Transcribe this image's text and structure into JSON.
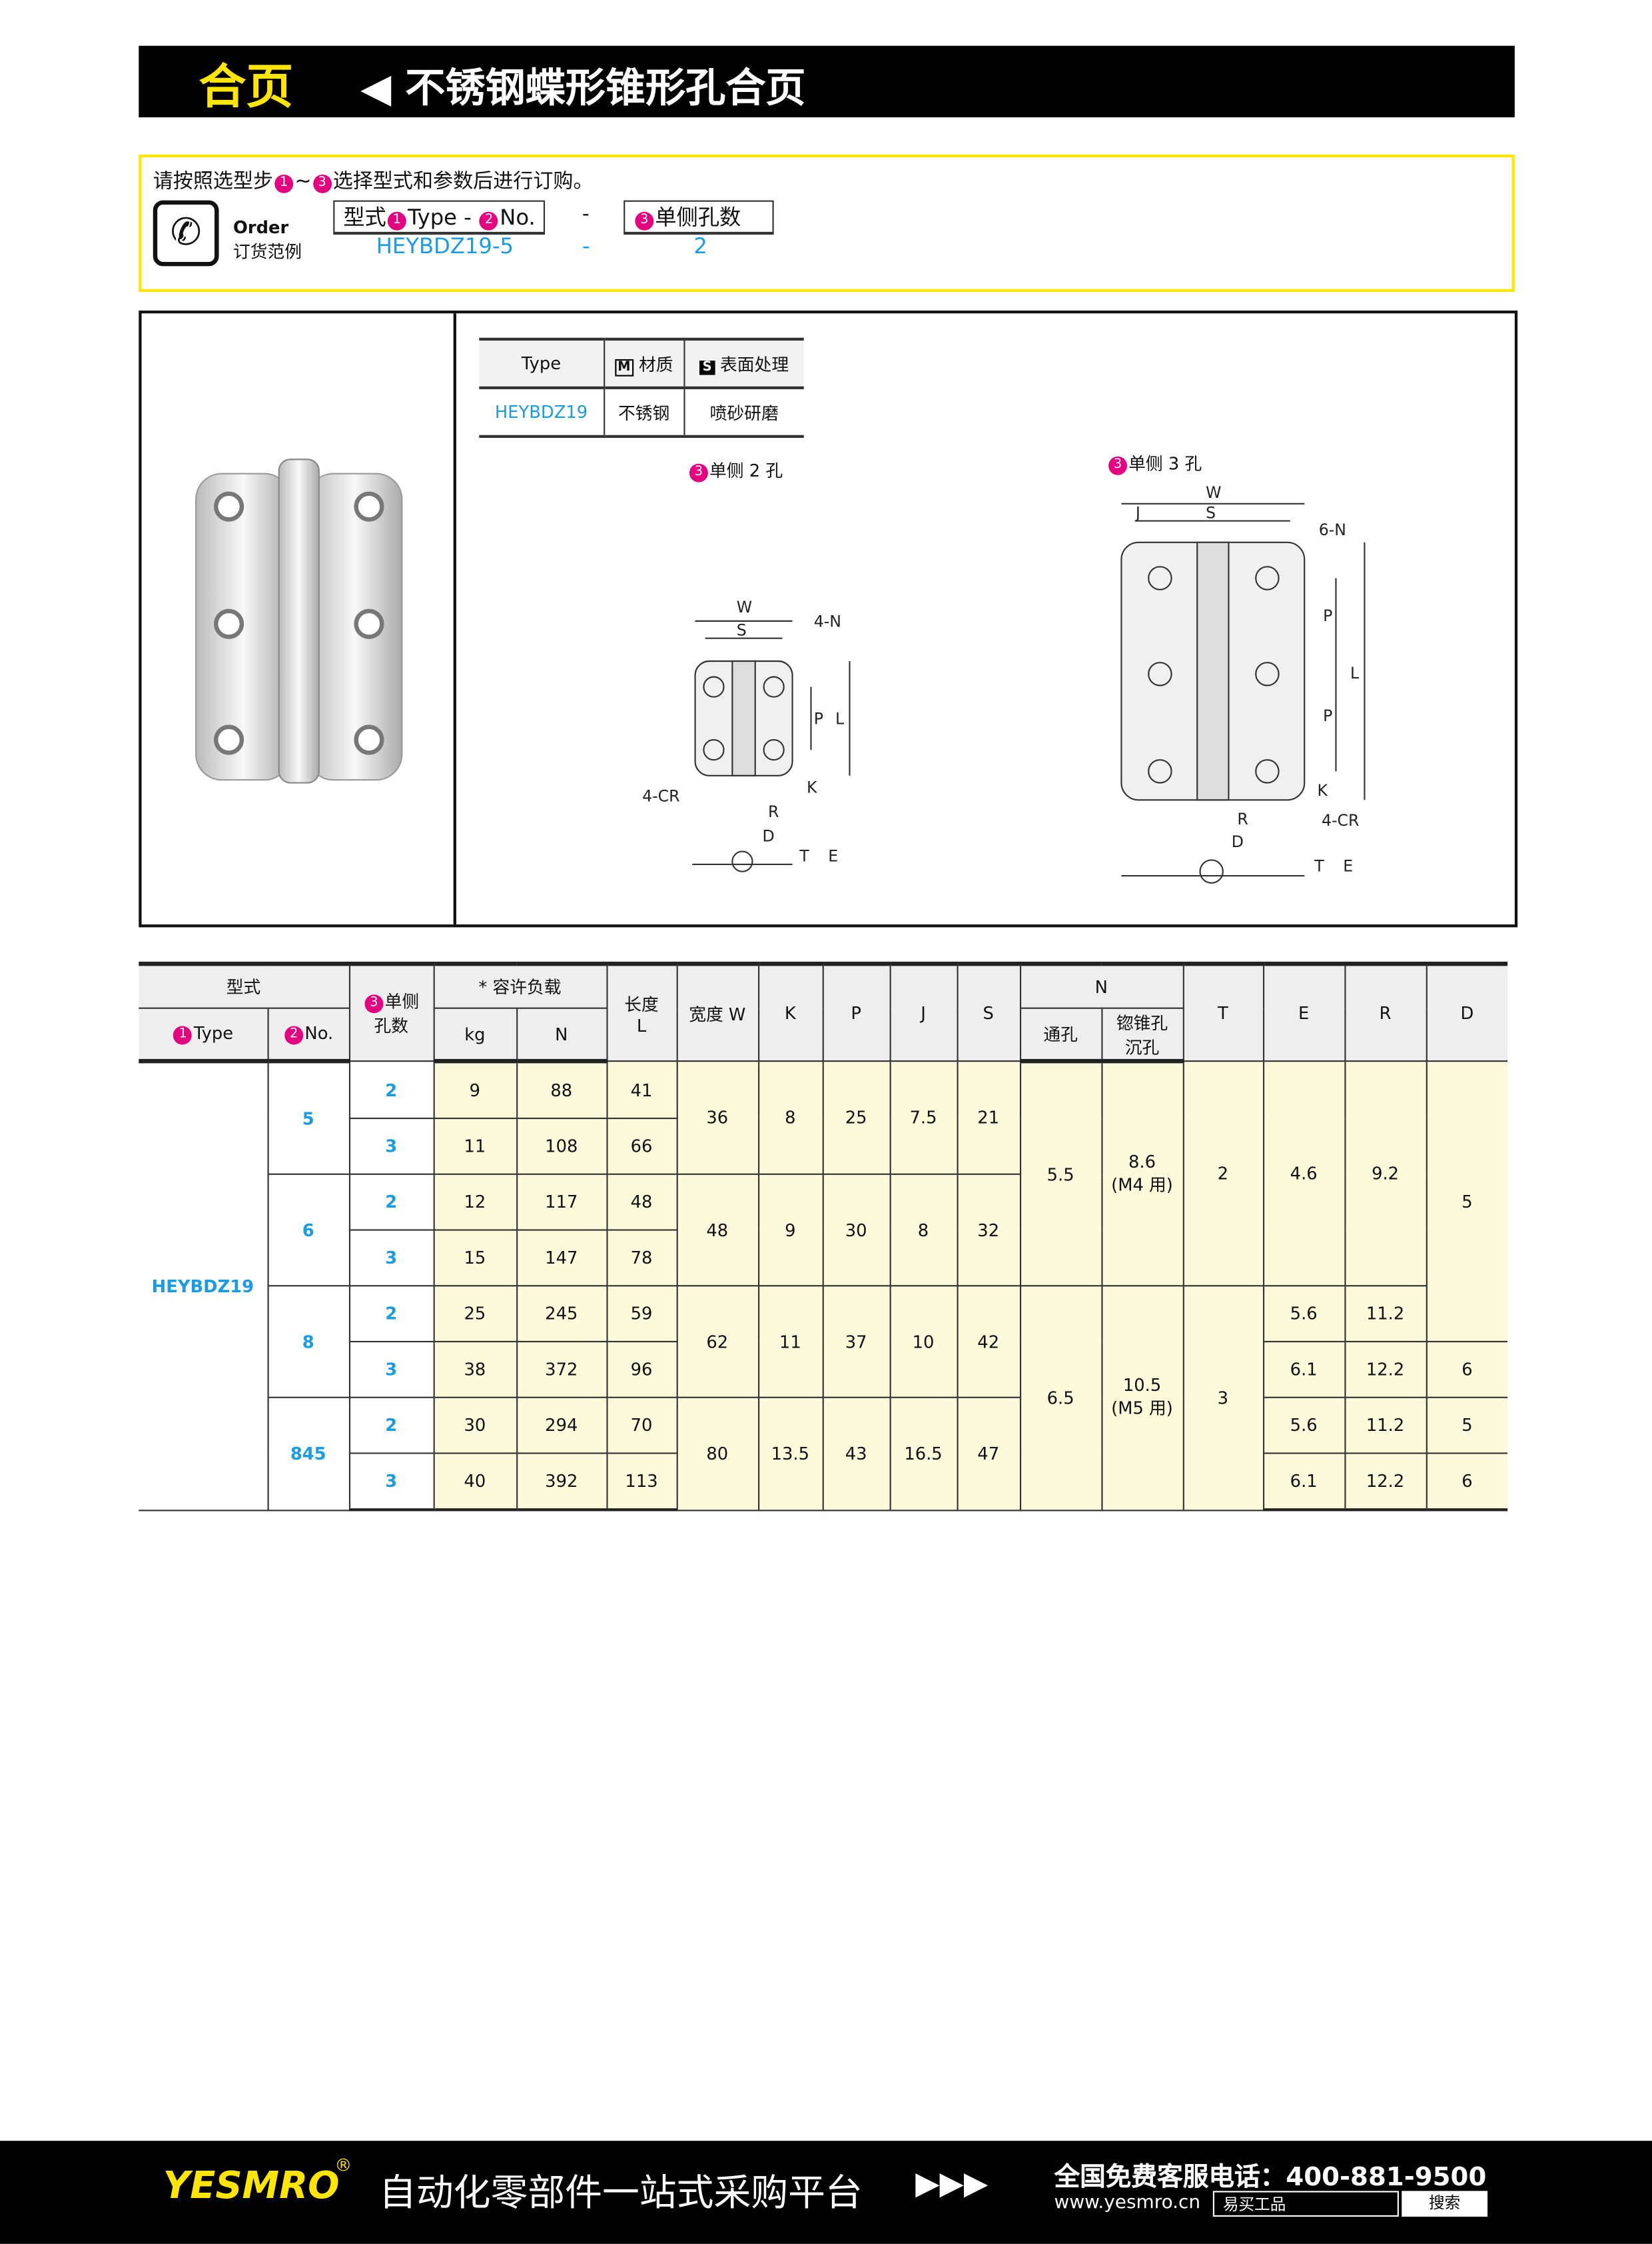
{
  "header": {
    "category": "合页",
    "title": "◀ 不锈钢蝶形锥形孔合页"
  },
  "order": {
    "instruction_a": "请按照选型步",
    "instruction_b": "~",
    "instruction_c": "选择型式和参数后进行订购。",
    "step1": "1",
    "step2": "2",
    "step3": "3",
    "order_en": "Order",
    "order_cn": "订货范例",
    "box1_a": "型式",
    "box1_b": "Type -",
    "box1_c": "No.",
    "dash": "-",
    "box2": "单侧孔数",
    "example_type": "HEYBDZ19-5",
    "example_dash": "-",
    "example_holes": "2"
  },
  "spec": {
    "headers": [
      "Type",
      "材质",
      "表面处理"
    ],
    "icon_m": "M",
    "icon_s": "S",
    "row": [
      "HEYBDZ19",
      "不锈钢",
      "喷砂研磨"
    ]
  },
  "drawings": {
    "left_title": "单侧 2 孔",
    "right_title": "单侧 3 孔",
    "labels": {
      "W": "W",
      "S": "S",
      "N4": "4-N",
      "N6": "6-N",
      "CR": "4-CR",
      "P": "P",
      "L": "L",
      "K": "K",
      "R": "R",
      "D": "D",
      "T": "T",
      "E": "E",
      "J": "J"
    }
  },
  "table": {
    "h": {
      "type_group": "型式",
      "type": "Type",
      "no": "No.",
      "holes_a": "单侧",
      "holes_b": "孔数",
      "load": "* 容许负载",
      "kg": "kg",
      "n": "N",
      "len_a": "长度",
      "len_b": "L",
      "w": "宽度 W",
      "k": "K",
      "p": "P",
      "j": "J",
      "s": "S",
      "ngroup": "N",
      "through": "通孔",
      "csk_a": "锪锥孔",
      "csk_b": "沉孔",
      "t": "T",
      "e": "E",
      "r": "R",
      "d": "D"
    },
    "type": "HEYBDZ19",
    "groups": [
      {
        "no": "5",
        "w": "36",
        "k": "8",
        "p": "25",
        "j": "7.5",
        "s": "21",
        "rows": [
          {
            "holes": "2",
            "kg": "9",
            "n": "88",
            "l": "41"
          },
          {
            "holes": "3",
            "kg": "11",
            "n": "108",
            "l": "66"
          }
        ]
      },
      {
        "no": "6",
        "w": "48",
        "k": "9",
        "p": "30",
        "j": "8",
        "s": "32",
        "rows": [
          {
            "holes": "2",
            "kg": "12",
            "n": "117",
            "l": "48"
          },
          {
            "holes": "3",
            "kg": "15",
            "n": "147",
            "l": "78"
          }
        ]
      },
      {
        "no": "8",
        "w": "62",
        "k": "11",
        "p": "37",
        "j": "10",
        "s": "42",
        "rows": [
          {
            "holes": "2",
            "kg": "25",
            "n": "245",
            "l": "59"
          },
          {
            "holes": "3",
            "kg": "38",
            "n": "372",
            "l": "96"
          }
        ]
      },
      {
        "no": "845",
        "w": "80",
        "k": "13.5",
        "p": "43",
        "j": "16.5",
        "s": "47",
        "rows": [
          {
            "holes": "2",
            "kg": "30",
            "n": "294",
            "l": "70"
          },
          {
            "holes": "3",
            "kg": "40",
            "n": "392",
            "l": "113"
          }
        ]
      }
    ],
    "nblock": [
      {
        "through": "5.5",
        "csk_a": "8.6",
        "csk_b": "(M4 用)",
        "t": "2"
      },
      {
        "through": "6.5",
        "csk_a": "10.5",
        "csk_b": "(M5 用)",
        "t": "3"
      }
    ],
    "er": [
      {
        "e": "4.6",
        "r": "9.2"
      },
      {
        "e": "5.6",
        "r": "11.2"
      },
      {
        "e": "6.1",
        "r": "12.2"
      },
      {
        "e": "5.6",
        "r": "11.2"
      },
      {
        "e": "6.1",
        "r": "12.2"
      }
    ],
    "d": [
      "5",
      "6",
      "5",
      "6"
    ]
  },
  "footer": {
    "brand": "YESMRO",
    "reg": "®",
    "slogan": "自动化零部件一站式采购平台",
    "arrows": "▶▶▶",
    "hotline": "全国免费客服电话：400-881-9500",
    "url": "www.yesmro.cn",
    "search_value": "易买工品",
    "search_button": "搜索"
  },
  "colors": {
    "accent": "#ffe600",
    "badge": "#e4007f",
    "link": "#1a9be6",
    "cell": "#fdf9db"
  }
}
